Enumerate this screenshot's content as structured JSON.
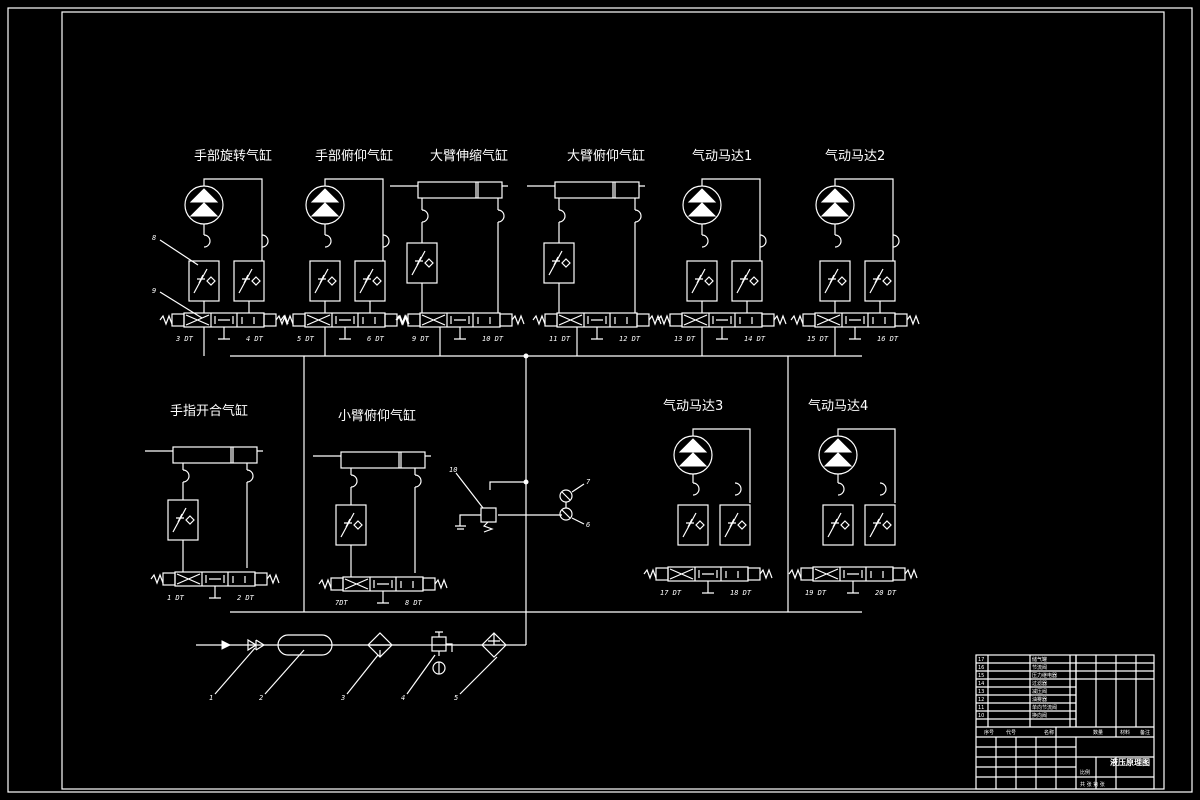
{
  "components": {
    "hand_rotate": {
      "title": "手部旋转气缸",
      "left_coil": "3 DT",
      "right_coil": "4 DT"
    },
    "hand_pitch": {
      "title": "手部俯仰气缸",
      "left_coil": "5 DT",
      "right_coil": "6 DT"
    },
    "arm_extend": {
      "title": "大臂伸缩气缸",
      "left_coil": "9 DT",
      "right_coil": "10 DT"
    },
    "arm_pitch": {
      "title": "大臂俯仰气缸",
      "left_coil": "11 DT",
      "right_coil": "12 DT"
    },
    "motor_1": {
      "title": "气动马达1",
      "left_coil": "13 DT",
      "right_coil": "14 DT"
    },
    "motor_2": {
      "title": "气动马达2",
      "left_coil": "15 DT",
      "right_coil": "16 DT"
    },
    "finger": {
      "title": "手指开合气缸",
      "left_coil": "1 DT",
      "right_coil": "2 DT"
    },
    "forearm": {
      "title": "小臂俯仰气缸",
      "left_coil": "7DT",
      "right_coil": "8 DT"
    },
    "motor_3": {
      "title": "气动马达3",
      "left_coil": "17 DT",
      "right_coil": "18 DT"
    },
    "motor_4": {
      "title": "气动马达4",
      "left_coil": "19 DT",
      "right_coil": "20 DT"
    }
  },
  "callouts": {
    "c1": "1",
    "c2": "2",
    "c3": "3",
    "c4": "4",
    "c5": "5",
    "c6": "6",
    "c7": "7",
    "c8": "8",
    "c9": "9",
    "c10": "10"
  },
  "title_block": {
    "drawing_name": "液压原理图",
    "header_labels": [
      "序号",
      "代号",
      "名称",
      "数量",
      "材料",
      "备注"
    ],
    "scale_label": "比例",
    "sheet_label": "共  张  第  张"
  },
  "colors": {
    "line": "#ffffff",
    "background": "#000000"
  }
}
